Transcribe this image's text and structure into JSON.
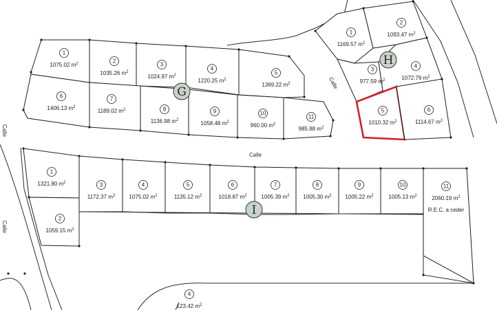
{
  "street_label": "Calle",
  "area_unit": "m",
  "area_unit_exp": "2",
  "blocks": {
    "G": "G",
    "H": "H",
    "I": "I"
  },
  "lots": [
    {
      "id": "G1",
      "num": "1",
      "area": "1075.02"
    },
    {
      "id": "G2",
      "num": "2",
      "area": "1035.26"
    },
    {
      "id": "G3",
      "num": "3",
      "area": "1024.97"
    },
    {
      "id": "G4",
      "num": "4",
      "area": "1220.25"
    },
    {
      "id": "G5",
      "num": "5",
      "area": "1369.22"
    },
    {
      "id": "G6",
      "num": "6",
      "area": "1406.13"
    },
    {
      "id": "G7",
      "num": "7",
      "area": "1189.02"
    },
    {
      "id": "G8",
      "num": "8",
      "area": "1136.98"
    },
    {
      "id": "G9",
      "num": "9",
      "area": "1058.48"
    },
    {
      "id": "G10",
      "num": "10",
      "area": "960.00"
    },
    {
      "id": "G11",
      "num": "11",
      "area": "985.88"
    },
    {
      "id": "H1",
      "num": "1",
      "area": "1169.57"
    },
    {
      "id": "H2",
      "num": "2",
      "area": "1093.47"
    },
    {
      "id": "H3",
      "num": "3",
      "area": "977.59"
    },
    {
      "id": "H4",
      "num": "4",
      "area": "1072.79"
    },
    {
      "id": "H5",
      "num": "5",
      "area": "1010.32",
      "selected": true
    },
    {
      "id": "H6",
      "num": "6",
      "area": "1114.67"
    },
    {
      "id": "I1",
      "num": "1",
      "area": "1321.80"
    },
    {
      "id": "I2",
      "num": "2",
      "area": "1059.15"
    },
    {
      "id": "I3",
      "num": "3",
      "area": "1172.37"
    },
    {
      "id": "I4",
      "num": "4",
      "area": "1075.02"
    },
    {
      "id": "I5",
      "num": "5",
      "area": "1135.12"
    },
    {
      "id": "I6",
      "num": "6",
      "area": "1018.87"
    },
    {
      "id": "I7",
      "num": "7",
      "area": "1005.39"
    },
    {
      "id": "I8",
      "num": "8",
      "area": "1005.30"
    },
    {
      "id": "I9",
      "num": "9",
      "area": "1005.22"
    },
    {
      "id": "I10",
      "num": "10",
      "area": "1005.13"
    },
    {
      "id": "I11",
      "num": "11",
      "area": "2060.19",
      "note": "R.E.C. a ceder"
    },
    {
      "id": "J4",
      "num": "4",
      "area": "123.42"
    }
  ],
  "selection_color": "#d0202a",
  "block_marker_color": "#c9d3cb"
}
